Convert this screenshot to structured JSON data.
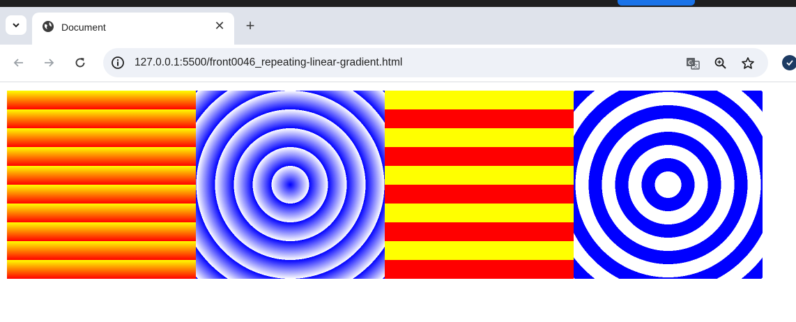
{
  "browser": {
    "tab": {
      "title": "Document",
      "favicon": "globe-icon",
      "close": "✕"
    },
    "new_tab": "+",
    "tab_menu_icon": "chevron-down-icon",
    "toolbar": {
      "back_icon": "back-arrow-icon",
      "forward_icon": "forward-arrow-icon",
      "reload_icon": "reload-icon",
      "site_info_icon": "site-info-icon",
      "url": "127.0.0.1:5500/front0046_repeating-linear-gradient.html",
      "translate_icon": "translate-icon",
      "zoom_icon": "zoom-icon",
      "bookmark_icon": "star-icon",
      "profile_icon": "profile-icon"
    }
  },
  "colors": {
    "tabstrip": "#dfe3eb",
    "omnibox": "#eef1f7",
    "yellow": "#ffff00",
    "red": "#ff0000",
    "blue": "#0000ff",
    "white": "#ffffff"
  },
  "page": {
    "boxes": [
      {
        "name": "repeating linear yellow-red gradient"
      },
      {
        "name": "repeating radial blue-white gradient"
      },
      {
        "name": "repeating linear yellow-red hard stripes"
      },
      {
        "name": "repeating radial blue-white hard rings"
      }
    ]
  }
}
